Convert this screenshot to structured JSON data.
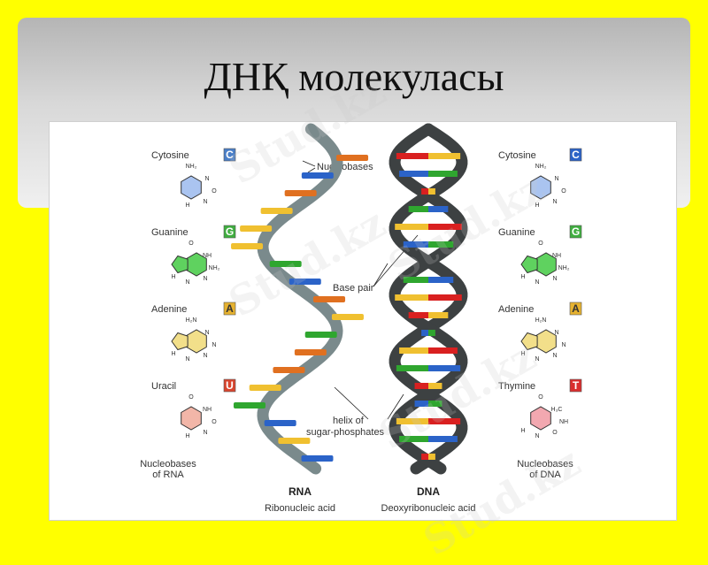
{
  "slide": {
    "title": "ДНҚ молекуласы"
  },
  "watermark": "Stud.kz",
  "rna_bases": [
    {
      "name": "Cytosine",
      "letter": "C",
      "color": "#4a7fc8",
      "ring": "#aac4f0",
      "atoms": [
        "NH₂",
        "N",
        "O",
        "N",
        "H"
      ]
    },
    {
      "name": "Guanine",
      "letter": "G",
      "color": "#3fae3f",
      "ring": "#5fd25f",
      "atoms": [
        "O",
        "NH",
        "NH₂",
        "N",
        "N",
        "H"
      ]
    },
    {
      "name": "Adenine",
      "letter": "A",
      "color": "#e6b230",
      "ring": "#f2df8a",
      "atoms": [
        "H₂N",
        "N",
        "N",
        "N",
        "N",
        "H"
      ]
    },
    {
      "name": "Uracil",
      "letter": "U",
      "color": "#d9452e",
      "ring": "#f2b6a8",
      "atoms": [
        "O",
        "NH",
        "O",
        "N",
        "H"
      ]
    }
  ],
  "dna_bases": [
    {
      "name": "Cytosine",
      "letter": "C",
      "color": "#2b63c8",
      "ring": "#aac4f0",
      "atoms": [
        "NH₂",
        "N",
        "O",
        "N",
        "H"
      ]
    },
    {
      "name": "Guanine",
      "letter": "G",
      "color": "#3fae3f",
      "ring": "#5fd25f",
      "atoms": [
        "O",
        "NH",
        "NH₂",
        "N",
        "N",
        "H"
      ]
    },
    {
      "name": "Adenine",
      "letter": "A",
      "color": "#e6b230",
      "ring": "#f2df8a",
      "atoms": [
        "H₂N",
        "N",
        "N",
        "N",
        "N",
        "H"
      ]
    },
    {
      "name": "Thymine",
      "letter": "T",
      "color": "#d92e2e",
      "ring": "#f2a8b0",
      "atoms": [
        "O",
        "H₃C",
        "NH",
        "O",
        "N",
        "H"
      ]
    }
  ],
  "labels": {
    "nucleobases": "Nucleobases",
    "base_pair": "Base pair",
    "helix": "helix of",
    "helix2": "sugar-phosphates",
    "rna_caption": "Nucleobases",
    "rna_caption2": "of RNA",
    "dna_caption": "Nucleobases",
    "dna_caption2": "of DNA",
    "rna": "RNA",
    "rna_full": "Ribonucleic acid",
    "dna": "DNA",
    "dna_full": "Deoxyribonucleic acid"
  },
  "colors": {
    "background": "#ffff00",
    "rna_backbone": "#7a8a8c",
    "dna_backbone": "#3d4142",
    "cytosine_rung": "#2b63c8",
    "guanine_rung": "#2fa62f",
    "adenine_rung": "#f0c030",
    "uracil_rung": "#e07020",
    "thymine_rung": "#d92020"
  }
}
